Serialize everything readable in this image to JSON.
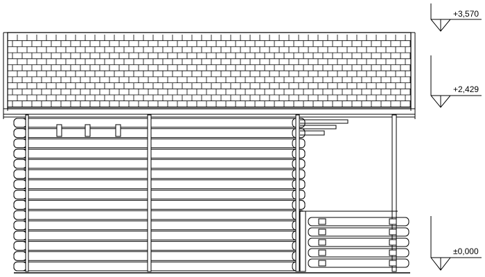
{
  "elevation_marks": [
    {
      "label": "+3,570"
    },
    {
      "label": "+2,429"
    },
    {
      "label": "±0,000"
    }
  ],
  "colors": {
    "line": "#000000",
    "background": "#ffffff"
  }
}
